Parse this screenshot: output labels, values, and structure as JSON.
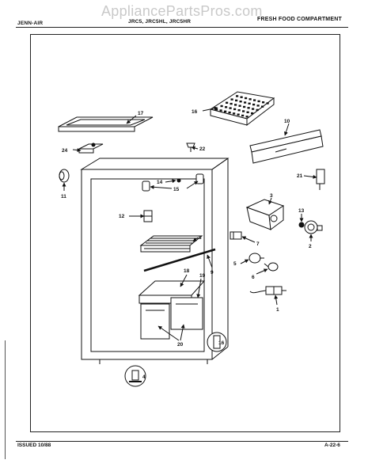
{
  "header": {
    "brand": "JENN-AIR",
    "models": "JRC5, JRC5HL, JRC5HR",
    "section": "FRESH FOOD COMPARTMENT",
    "watermark": "AppliancePartsPros.com"
  },
  "footer": {
    "issued": "ISSUED 10/88",
    "page": "A-22-6"
  },
  "callouts": [
    {
      "id": "c1",
      "label": "1"
    },
    {
      "id": "c2",
      "label": "2"
    },
    {
      "id": "c3",
      "label": "3"
    },
    {
      "id": "c4",
      "label": "4"
    },
    {
      "id": "c5",
      "label": "5"
    },
    {
      "id": "c6",
      "label": "6"
    },
    {
      "id": "c7",
      "label": "7"
    },
    {
      "id": "c8",
      "label": "8"
    },
    {
      "id": "c9",
      "label": "9"
    },
    {
      "id": "c10",
      "label": "10"
    },
    {
      "id": "c11",
      "label": "11"
    },
    {
      "id": "c12",
      "label": "12"
    },
    {
      "id": "c13",
      "label": "13"
    },
    {
      "id": "c14",
      "label": "14"
    },
    {
      "id": "c15",
      "label": "15"
    },
    {
      "id": "c16a",
      "label": "16"
    },
    {
      "id": "c16b",
      "label": "16"
    },
    {
      "id": "c17",
      "label": "17"
    },
    {
      "id": "c18",
      "label": "18"
    },
    {
      "id": "c19",
      "label": "19"
    },
    {
      "id": "c20",
      "label": "20"
    },
    {
      "id": "c21",
      "label": "21"
    },
    {
      "id": "c22",
      "label": "22"
    },
    {
      "id": "c24",
      "label": "24"
    }
  ]
}
